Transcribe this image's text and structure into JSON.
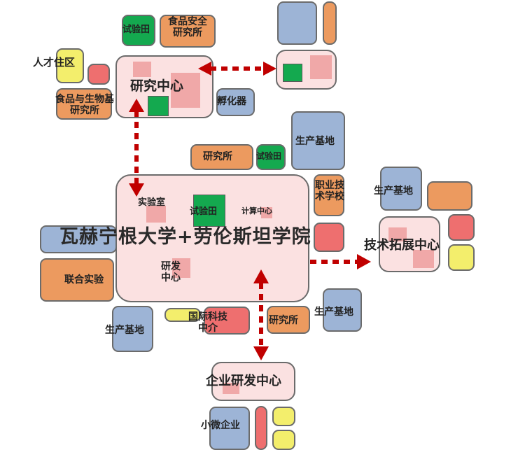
{
  "labels": {
    "campus": "瓦赫宁根大学+劳伦斯坦学院",
    "research_center": "研究中心",
    "tech_center": "技术拓展中心",
    "enterprise_center": "企业研发中心",
    "lab": "实验室",
    "trial_field": "试验田",
    "trial_field_top": "试验田",
    "trial_field_mid": "试验田",
    "computing": "计算中心",
    "rd_center_1": "研发",
    "rd_center_2": "中心",
    "food_safety_1": "食品安全",
    "food_safety_2": "研究所",
    "talent": "人才住区",
    "food_bio_1": "食品与生物基",
    "food_bio_2": "研究所",
    "incubator": "孵化器",
    "institute_mid": "研究所",
    "production_base_1": "生产基地",
    "vocational_1": "职业技",
    "vocational_2": "术学校",
    "production_base_2": "生产基地",
    "joint_lab": "联合实验",
    "production_base_3": "生产基地",
    "intl_1": "国际科技",
    "intl_2": "中介",
    "institute_bottom": "研究所",
    "production_base_4": "生产基地",
    "small_micro": "小微企业"
  },
  "colors": {
    "blue": "#9db4d6",
    "orange": "#ec9a5f",
    "green": "#14a94f",
    "red": "#ee6f6f",
    "yellow": "#f3ee6c",
    "pink": "#fbe1e1",
    "arrow": "#c00000"
  }
}
